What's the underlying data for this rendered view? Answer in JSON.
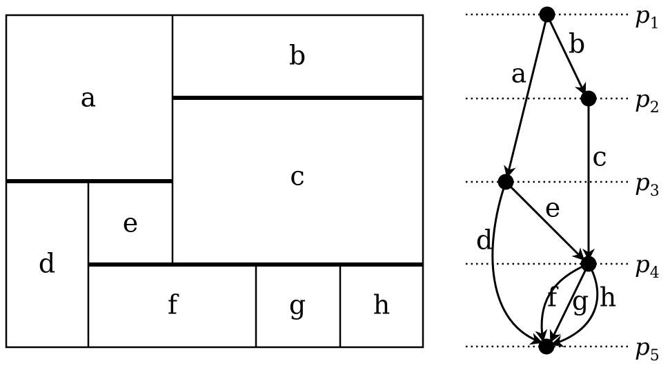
{
  "floorplan": {
    "rooms": [
      "a",
      "b",
      "c",
      "d",
      "e",
      "f",
      "g",
      "h"
    ]
  },
  "graph": {
    "levels": [
      {
        "symbol": "p",
        "index": "1"
      },
      {
        "symbol": "p",
        "index": "2"
      },
      {
        "symbol": "p",
        "index": "3"
      },
      {
        "symbol": "p",
        "index": "4"
      },
      {
        "symbol": "p",
        "index": "5"
      }
    ],
    "edges": [
      {
        "label": "a",
        "from": "p1",
        "to": "p3"
      },
      {
        "label": "b",
        "from": "p1",
        "to": "p2"
      },
      {
        "label": "c",
        "from": "p2",
        "to": "p4"
      },
      {
        "label": "d",
        "from": "p3",
        "to": "p5"
      },
      {
        "label": "e",
        "from": "p3",
        "to": "p4"
      },
      {
        "label": "f",
        "from": "p4",
        "to": "p5"
      },
      {
        "label": "g",
        "from": "p4",
        "to": "p5"
      },
      {
        "label": "h",
        "from": "p4",
        "to": "p5"
      }
    ]
  }
}
